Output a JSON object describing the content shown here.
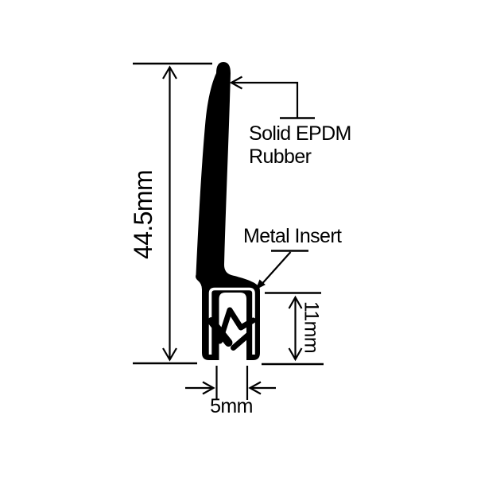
{
  "diagram": {
    "labels": {
      "overall_height": "44.5mm",
      "material_line1": "Solid EPDM",
      "material_line2": "Rubber",
      "metal_insert": "Metal Insert",
      "clamp_height": "11mm",
      "grip_width": "5mm"
    },
    "colors": {
      "ink": "#000000",
      "background": "#ffffff"
    }
  }
}
